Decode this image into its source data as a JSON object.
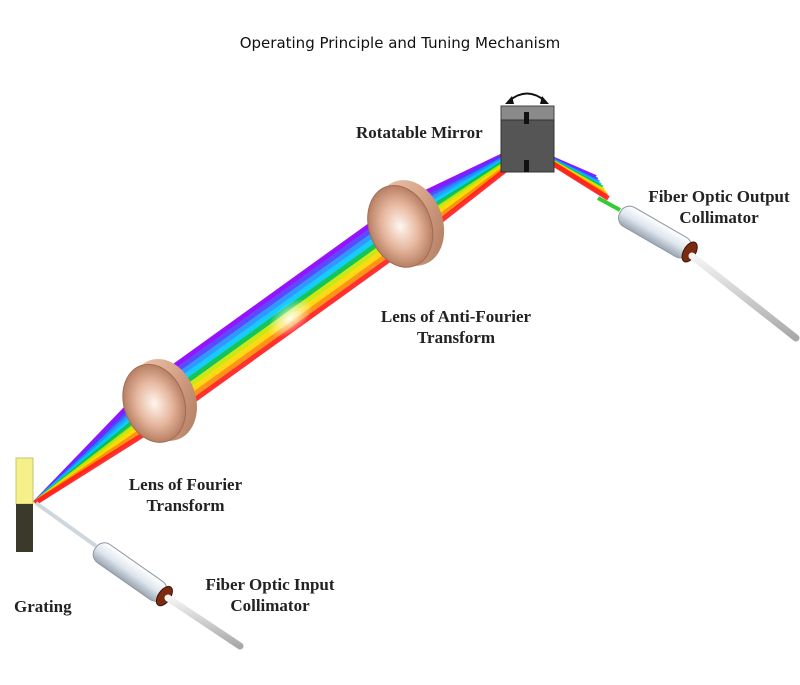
{
  "title": "Operating Principle and Tuning Mechanism",
  "labels": {
    "rotatable_mirror": "Rotatable Mirror",
    "output_collimator_line1": "Fiber Optic Output",
    "output_collimator_line2": "Collimator",
    "anti_fourier_line1": "Lens of Anti-Fourier",
    "anti_fourier_line2": "Transform",
    "fourier_line1": "Lens of Fourier",
    "fourier_line2": "Transform",
    "grating": "Grating",
    "input_collimator_line1": "Fiber Optic Input",
    "input_collimator_line2": "Collimator"
  },
  "colors": {
    "spectrum": [
      "#8b00ff",
      "#4b3cff",
      "#1e90ff",
      "#00c8ff",
      "#00c04b",
      "#c8e600",
      "#ffd700",
      "#ff8c00",
      "#ff1e1e"
    ],
    "lens": "#d9a78c",
    "mirror": "#555555",
    "grating_top": "#f5f08a",
    "grating_bottom": "#3b3a2a"
  }
}
